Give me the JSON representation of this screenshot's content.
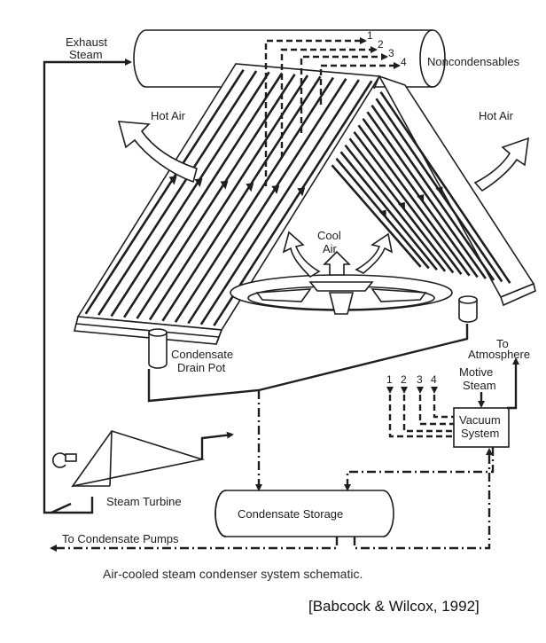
{
  "labels": {
    "exhaust_steam_1": "Exhaust",
    "exhaust_steam_2": "Steam",
    "noncondensables": "Noncondensables",
    "hot_air_left": "Hot Air",
    "hot_air_right": "Hot Air",
    "cool_air_1": "Cool",
    "cool_air_2": "Air",
    "condensate_drain_1": "Condensate",
    "condensate_drain_2": "Drain Pot",
    "to_atmosphere_1": "To",
    "to_atmosphere_2": "Atmosphere",
    "motive_steam_1": "Motive",
    "motive_steam_2": "Steam",
    "vacuum_system_1": "Vacuum",
    "vacuum_system_2": "System",
    "steam_turbine": "Steam Turbine",
    "condensate_storage": "Condensate Storage",
    "to_condensate_pumps": "To Condensate Pumps"
  },
  "lines": {
    "top": [
      "1",
      "2",
      "3",
      "4"
    ],
    "vacuum": [
      "1",
      "2",
      "3",
      "4"
    ]
  },
  "caption": "Air-cooled steam condenser system schematic.",
  "citation": "[Babcock & Wilcox, 1992]"
}
